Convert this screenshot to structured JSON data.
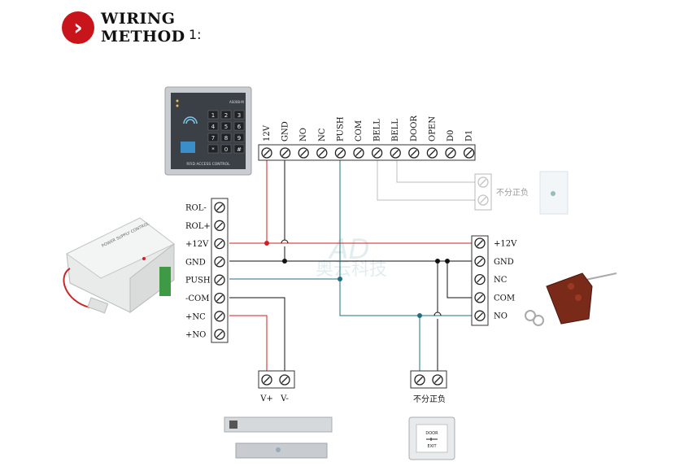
{
  "header": {
    "icon": "chevron-right-icon",
    "line1": "WIRING",
    "line2": "METHOD",
    "number": "1:",
    "accent": "#c8141b"
  },
  "keypad": {
    "model": "AS008-M",
    "caption": "RFID ACCESS CONTROL",
    "keys": [
      "1",
      "2",
      "3",
      "4",
      "5",
      "6",
      "7",
      "8",
      "9",
      "*",
      "0",
      "#"
    ]
  },
  "top_terminals": [
    "12V",
    "GND",
    "NO",
    "NC",
    "PUSH",
    "COM",
    "BELL",
    "BELL",
    "DOOR",
    "OPEN",
    "D0",
    "D1"
  ],
  "left_terminals": [
    "ROL-",
    "ROL+",
    "+12V",
    "GND",
    "PUSH",
    "-COM",
    "+NC",
    "+NO"
  ],
  "right_terminals": [
    "+12V",
    "GND",
    "NC",
    "COM",
    "NO"
  ],
  "bell_note": "不分正负",
  "lock_terminals": [
    "V+",
    "V-"
  ],
  "button_note": "不分正负",
  "power_supply_label": "POWER SUPPLY CONTROL",
  "exit_button": {
    "line1": "DOOR",
    "line2": "EXIT"
  },
  "watermark": "奥云科技",
  "colors": {
    "red": "#d21f26",
    "teal": "#1f6f80",
    "black": "#111111",
    "grey": "#bdbdbd"
  }
}
